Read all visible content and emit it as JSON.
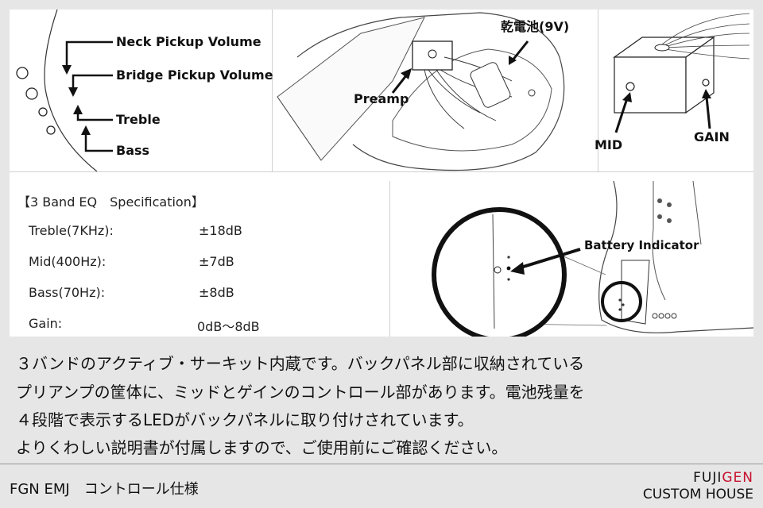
{
  "labels": {
    "neck_pickup_volume": "Neck Pickup Volume",
    "bridge_pickup_volume": "Bridge Pickup Volume",
    "treble": "Treble",
    "bass": "Bass",
    "battery": "乾電池(9V)",
    "preamp": "Preamp",
    "mid": "MID",
    "gain": "GAIN",
    "battery_indicator": "Battery Indicator"
  },
  "spec": {
    "title": "【3 Band EQ　Specification】",
    "rows": [
      {
        "name": "Treble(7KHz):",
        "value": "±18dB"
      },
      {
        "name": "Mid(400Hz):",
        "value": "±7dB"
      },
      {
        "name": "Bass(70Hz):",
        "value": "±8dB"
      },
      {
        "name": "Gain:",
        "value": "0dB～8dB"
      }
    ]
  },
  "description": [
    "３バンドのアクティブ・サーキット内蔵です。バックパネル部に収納されている",
    "プリアンプの筐体に、ミッドとゲインのコントロール部があります。電池残量を",
    "４段階で表示するLEDがバックパネルに取り付けされています。",
    "よりくわしい説明書が付属しますので、ご使用前にご確認ください。"
  ],
  "footer": {
    "title": "FGN EMJ　コントロール仕様",
    "brand_fuji": "FUJI",
    "brand_gen": "GEN",
    "brand_sub": "CUSTOM HOUSE"
  },
  "colors": {
    "background": "#e6e6e6",
    "panel": "#ffffff",
    "brand_red": "#c8102e",
    "text": "#111111"
  }
}
